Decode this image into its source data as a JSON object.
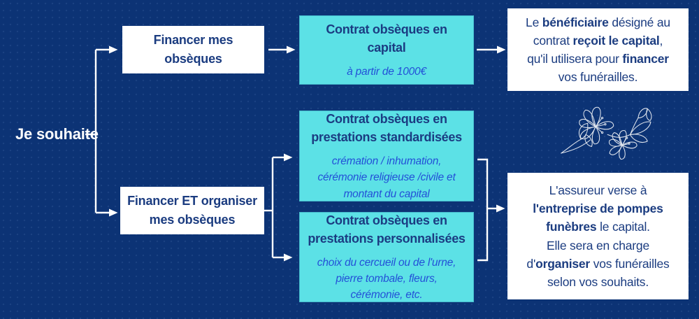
{
  "colors": {
    "background_navy": "#0c3375",
    "box_cyan": "#5ce1e6",
    "text_navy": "#1b3c80",
    "note_blue": "#2350d8",
    "line_white": "#ffffff"
  },
  "root_label": "Je souhaite",
  "branch_top": {
    "option_label": "Financer mes\nobsèques",
    "contract": {
      "title": "Contrat obsèques en\ncapital",
      "note": "à partir de 1000€"
    },
    "outcome_segments": [
      {
        "t": "Le "
      },
      {
        "t": "bénéficiaire",
        "b": 1
      },
      {
        "t": " désigné au\ncontrat "
      },
      {
        "t": "reçoit le capital",
        "b": 1
      },
      {
        "t": ",\nqu'il utilisera pour "
      },
      {
        "t": "financer",
        "b": 1
      },
      {
        "t": "\nvos funérailles."
      }
    ]
  },
  "branch_bottom": {
    "option_label": "Financer ET organiser\nmes obsèques",
    "contracts": [
      {
        "title": "Contrat obsèques en\nprestations standardisées",
        "note": "crémation / inhumation,\ncérémonie religieuse /civile et\nmontant du capital"
      },
      {
        "title": "Contrat obsèques en\nprestations personnalisées",
        "note": "choix du cercueil ou de l'urne,\npierre tombale, fleurs,\ncérémonie, etc."
      }
    ],
    "outcome_segments": [
      {
        "t": "L'assureur verse à\n"
      },
      {
        "t": "l'entreprise de pompes\nfunèbres",
        "b": 1
      },
      {
        "t": " le capital.\nElle sera en charge\nd'"
      },
      {
        "t": "organiser",
        "b": 1
      },
      {
        "t": " vos funérailles\nselon vos souhaits."
      }
    ]
  },
  "decor": {
    "flower_icon": "white-lily-line-art"
  }
}
